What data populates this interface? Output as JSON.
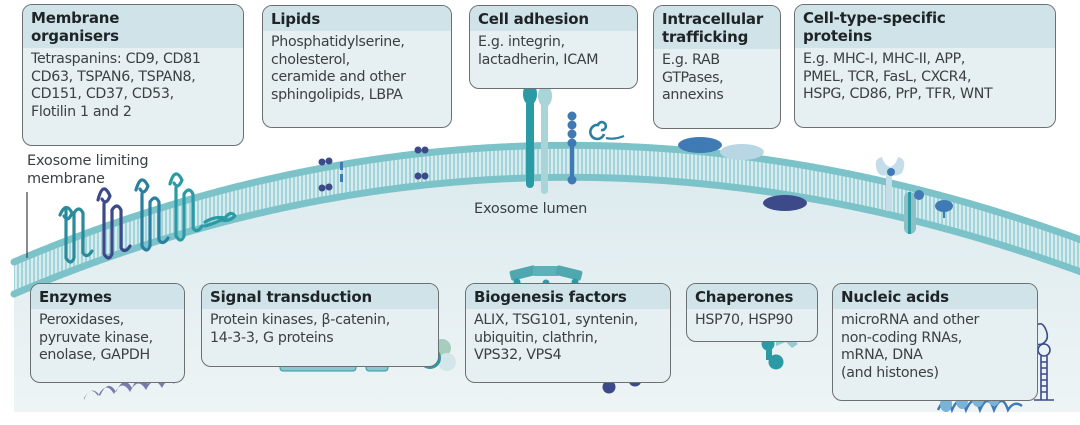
{
  "figure": {
    "labels": {
      "limiting_membrane": "Exosome limiting\nmembrane",
      "lumen": "Exosome lumen"
    },
    "boxes": [
      {
        "id": "membrane-organisers",
        "title": "Membrane\norganisers",
        "body": "Tetraspanins: CD9, CD81\nCD63, TSPAN6, TSPAN8,\nCD151, CD37, CD53,\nFlotilin 1 and 2"
      },
      {
        "id": "lipids",
        "title": "Lipids",
        "body": "Phosphatidylserine,\ncholesterol,\nceramide and other\nsphingolipids, LBPA"
      },
      {
        "id": "cell-adhesion",
        "title": "Cell adhesion",
        "body": "E.g. integrin,\nlactadherin, ICAM"
      },
      {
        "id": "intracellular-trafficking",
        "title": "Intracellular\ntrafficking",
        "body": "E.g. RAB\nGTPases,\nannexins"
      },
      {
        "id": "cell-type-specific-proteins",
        "title": "Cell-type-specific\nproteins",
        "body": "E.g. MHC-I, MHC-II, APP,\nPMEL, TCR, FasL, CXCR4,\nHSPG, CD86, PrP, TFR, WNT"
      },
      {
        "id": "enzymes",
        "title": "Enzymes",
        "body": "Peroxidases,\npyruvate kinase,\nenolase, GAPDH"
      },
      {
        "id": "signal-transduction",
        "title": "Signal transduction",
        "body": "Protein kinases, β-catenin,\n14-3-3, G proteins"
      },
      {
        "id": "biogenesis-factors",
        "title": "Biogenesis factors",
        "body": "ALIX, TSG101, syntenin,\nubiquitin, clathrin,\nVPS32, VPS4"
      },
      {
        "id": "chaperones",
        "title": "Chaperones",
        "body": "HSP70, HSP90"
      },
      {
        "id": "nucleic-acids",
        "title": "Nucleic acids",
        "body": "microRNA and other\nnon-coding RNAs,\nmRNA, DNA\n(and histones)"
      }
    ],
    "colors": {
      "membrane_head": "#7cc3c9",
      "membrane_tail": "#d9eef0",
      "lumen": "#e3eff2",
      "teal": "#2a9aa5",
      "dark_blue": "#3c4a8a",
      "mid_blue": "#3f7ab5",
      "light_blue": "#a9cbe0",
      "purple": "#7a7aaa",
      "box_header": "#cfe3e8",
      "box_body": "#e6eff1",
      "box_border": "#6b7073"
    }
  }
}
